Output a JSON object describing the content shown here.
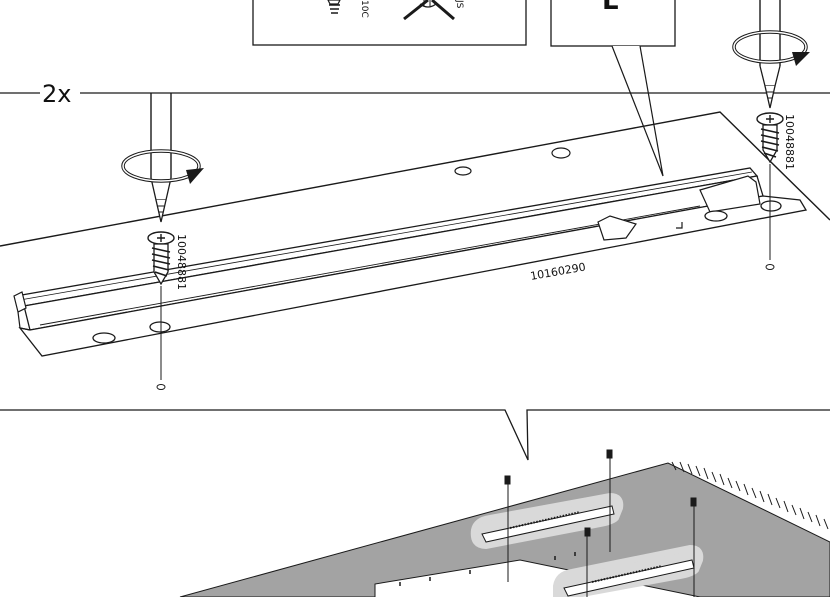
{
  "quantity_label": "2x",
  "screw_part_left": "10048881",
  "screw_part_right": "10048881",
  "rail_part_number": "10160290",
  "rail_side_mark": "L",
  "detail_box_letter": "L",
  "detail_box_partial_text_a": "10C",
  "detail_box_partial_text_b": "JS",
  "icons": {
    "rotation": "clockwise-rotation-arrow-icon",
    "screwdriver": "phillips-screwdriver-icon",
    "screw": "wood-screw-icon",
    "not_allowed": "cross-out-icon"
  },
  "colors": {
    "line": "#1a1a1a",
    "surface_gray": "#a3a3a3",
    "highlight": "#d9d9d9"
  }
}
